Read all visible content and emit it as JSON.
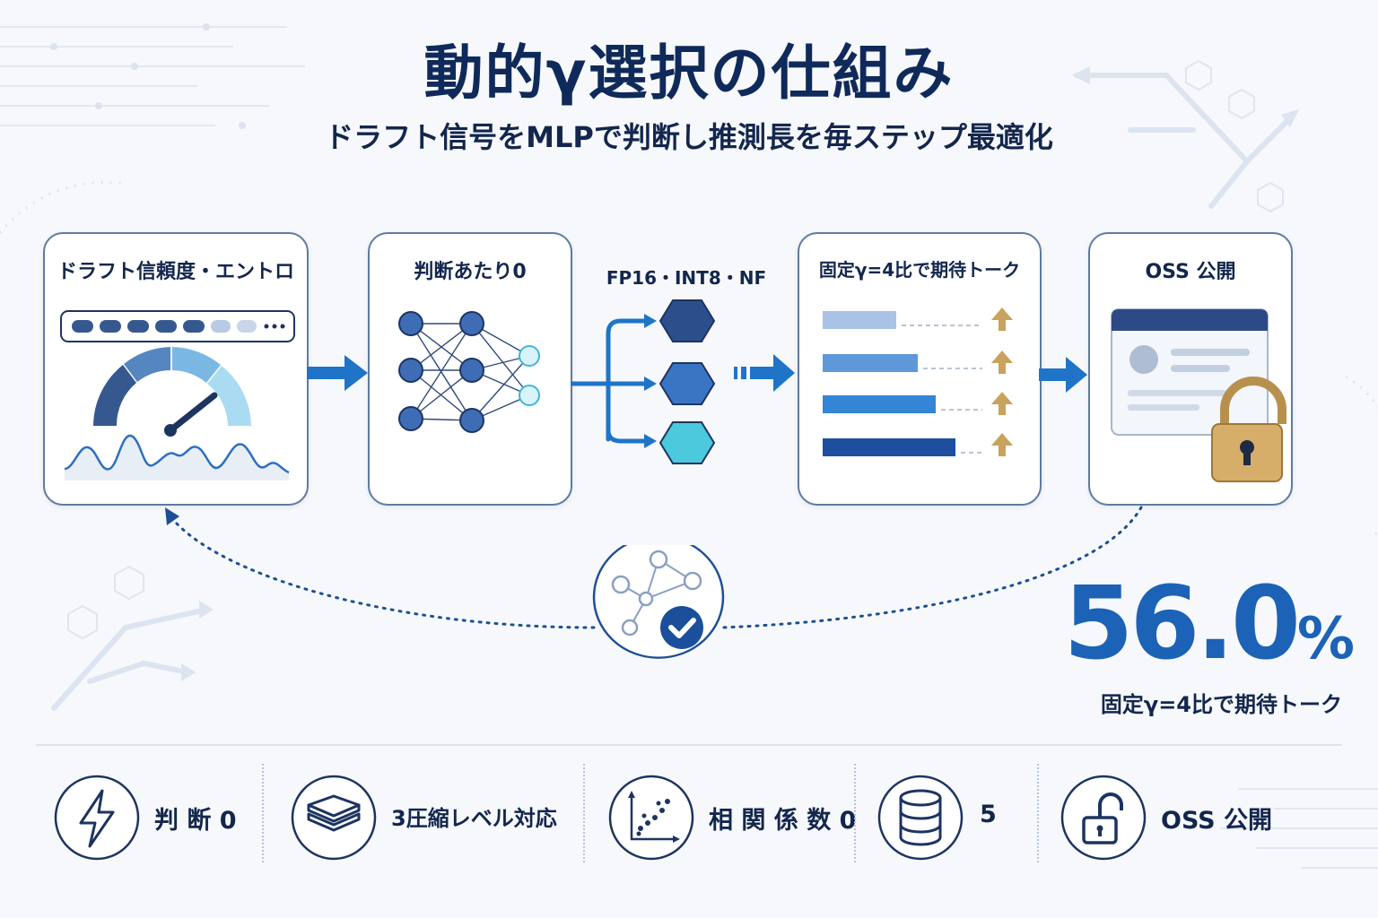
{
  "title": "動的γ選択の仕組み",
  "subtitle": "ドラフト信号をMLPで判断し推測長を毎ステップ最適化",
  "steps": [
    {
      "title": "ドラフト信頼度・エントロ"
    },
    {
      "title": "判断あたり0"
    },
    {
      "title": "固定γ=4比で期待トーク"
    },
    {
      "title": "OSS 公開"
    }
  ],
  "quantization_label": "FP16・INT8・NF",
  "highlight": {
    "value": "56.0",
    "unit": "%",
    "caption": "固定γ=4比で期待トーク"
  },
  "features": [
    {
      "label": "判 断 0",
      "icon": "lightning-icon"
    },
    {
      "label": "3圧縮レベル対応",
      "icon": "layers-icon"
    },
    {
      "label": "相 関 係 数 0",
      "icon": "scatter-chart-icon"
    },
    {
      "label": "5",
      "icon": "database-icon"
    },
    {
      "label": "OSS 公開",
      "icon": "unlock-icon"
    }
  ],
  "colors": {
    "navy": "#0f2a5a",
    "primary_blue": "#1c62b6",
    "light_blue": "#8fd3ef",
    "teal": "#4cc9dc",
    "gold": "#c9a25d"
  }
}
